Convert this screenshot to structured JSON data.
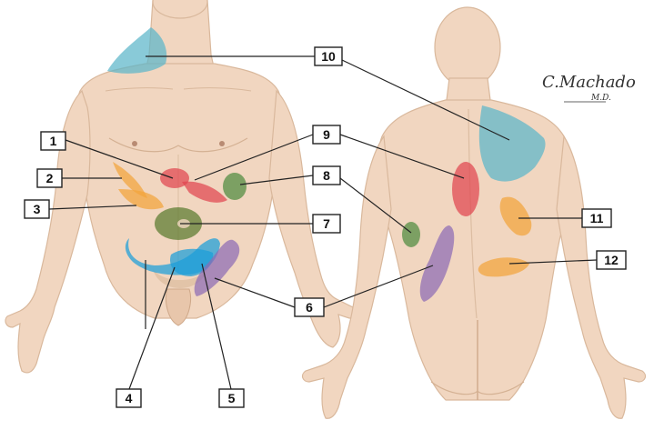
{
  "figure": {
    "signature": {
      "name": "C.Machado",
      "suffix": "M.D."
    },
    "callouts": [
      {
        "id": "1",
        "label": "1"
      },
      {
        "id": "2",
        "label": "2"
      },
      {
        "id": "3",
        "label": "3"
      },
      {
        "id": "4",
        "label": "4"
      },
      {
        "id": "5",
        "label": "5"
      },
      {
        "id": "6",
        "label": "6"
      },
      {
        "id": "7",
        "label": "7"
      },
      {
        "id": "8",
        "label": "8"
      },
      {
        "id": "9",
        "label": "9"
      },
      {
        "id": "10",
        "label": "10"
      },
      {
        "id": "11",
        "label": "11"
      },
      {
        "id": "12",
        "label": "12"
      }
    ],
    "zone_colors": {
      "blue_gallbladder": "#5bb6c9",
      "red": "#e0454f",
      "orange": "#f3a33a",
      "green": "#4f8b3e",
      "olive_green": "#5a7a2e",
      "blue_abdomen": "#1c9ed8",
      "purple": "#8e6bb4"
    }
  }
}
